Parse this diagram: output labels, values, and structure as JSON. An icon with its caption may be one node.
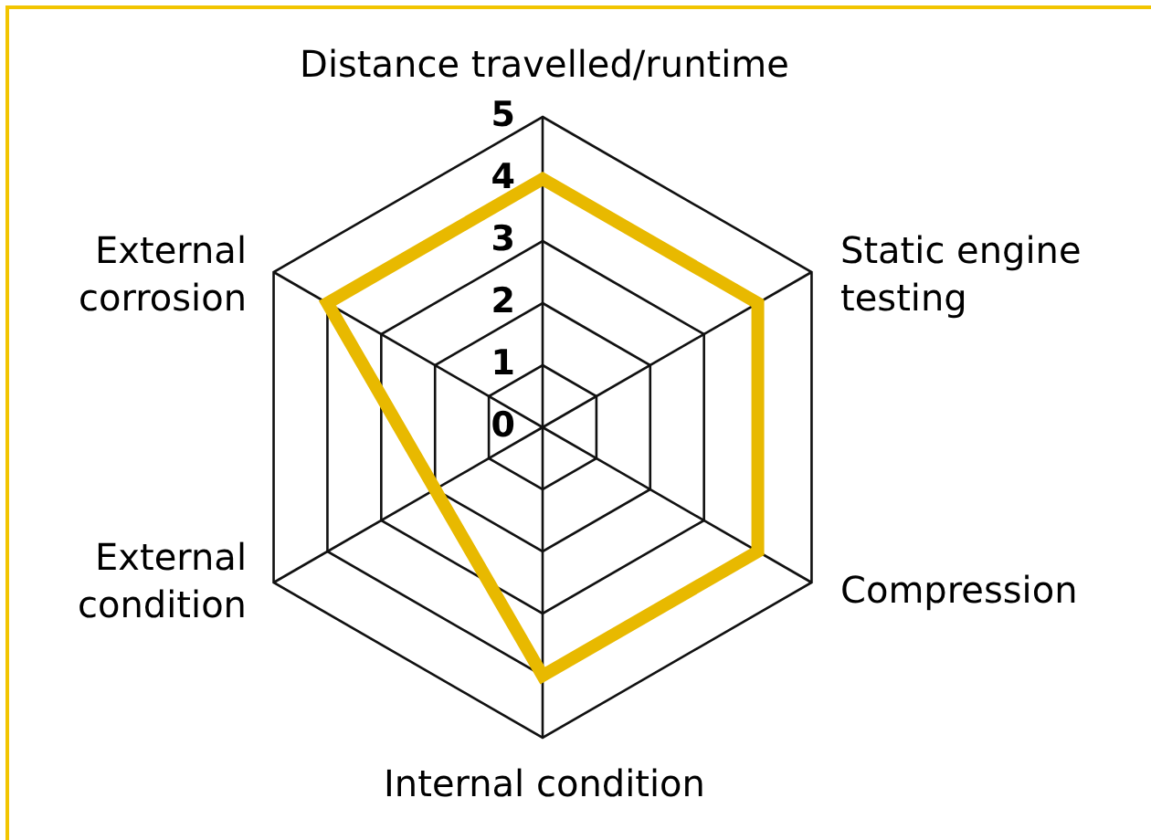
{
  "diagram": {
    "chart_data": {
      "type": "radar",
      "categories": [
        "Distance travelled/runtime",
        "Static engine testing",
        "Compression",
        "Internal condition",
        "External condition",
        "External corrosion"
      ],
      "series": [
        {
          "color": "#e8b900",
          "values": [
            4,
            4,
            4,
            4,
            2,
            4
          ]
        }
      ],
      "ylim": [
        0,
        5
      ],
      "yticks": [
        0,
        1,
        2,
        3,
        4,
        5
      ]
    }
  }
}
